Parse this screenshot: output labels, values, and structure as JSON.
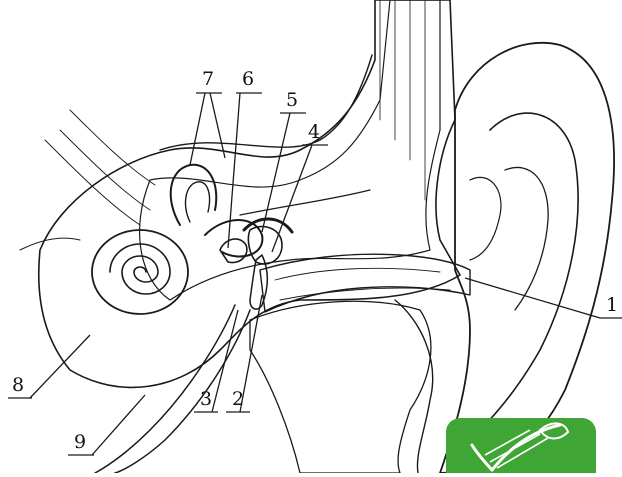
{
  "labels": [
    {
      "id": "1",
      "text": "1",
      "part": "outer ear canal"
    },
    {
      "id": "2",
      "text": "2",
      "part": "eardrum"
    },
    {
      "id": "3",
      "text": "3",
      "part": "middle ear"
    },
    {
      "id": "4",
      "text": "4",
      "part": "malleus"
    },
    {
      "id": "5",
      "text": "5",
      "part": "incus"
    },
    {
      "id": "6",
      "text": "6",
      "part": "stapes"
    },
    {
      "id": "7",
      "text": "7",
      "part": "semicircular canals"
    },
    {
      "id": "8",
      "text": "8",
      "part": "cochlea"
    },
    {
      "id": "9",
      "text": "9",
      "part": "auditory tube"
    }
  ],
  "badge": {
    "icon": "check-pencil-icon",
    "color": "#3fa535"
  },
  "colors": {
    "ink": "#1a1a1a",
    "shade": "#cfcfcf",
    "background": "#ffffff"
  }
}
